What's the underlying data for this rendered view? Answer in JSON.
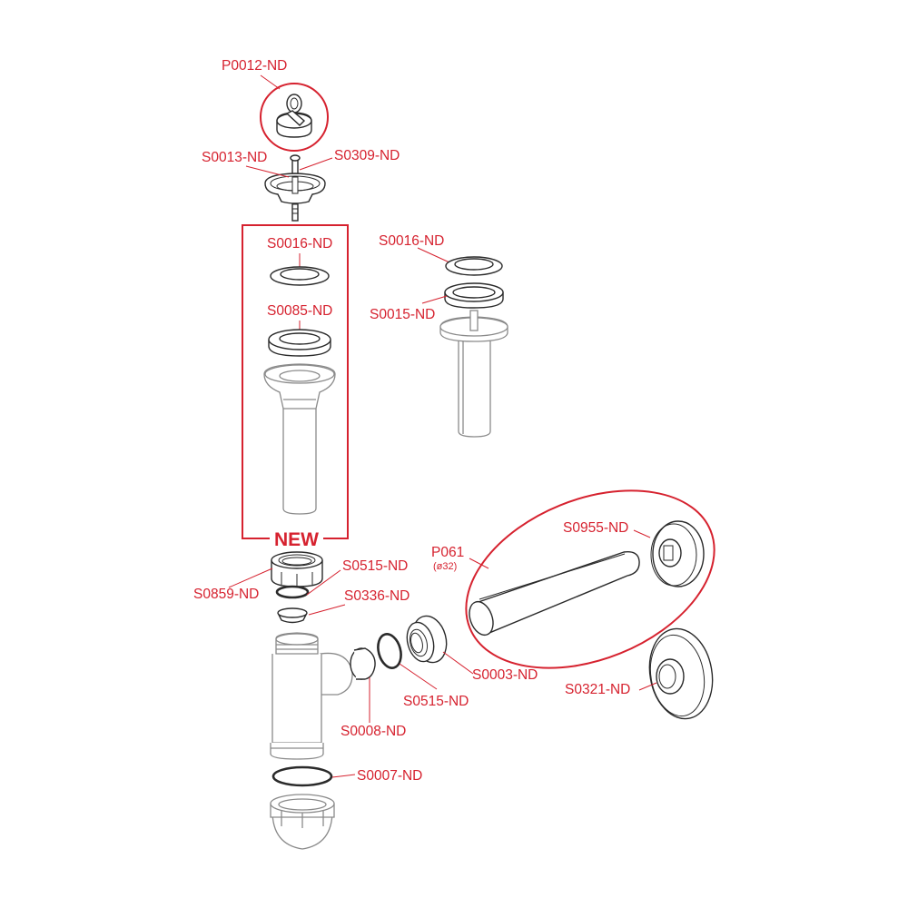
{
  "title": "Sink bottle trap exploded parts diagram",
  "accent_color": "#d6222f",
  "badge": "NEW",
  "parts": [
    {
      "id": "plug",
      "code": "P0012-ND"
    },
    {
      "id": "strainer",
      "code": "S0013-ND"
    },
    {
      "id": "screw",
      "code": "S0309-ND"
    },
    {
      "id": "new-washer-top",
      "code": "S0016-ND"
    },
    {
      "id": "new-washer-bottom",
      "code": "S0085-ND"
    },
    {
      "id": "alt-washer-top",
      "code": "S0016-ND"
    },
    {
      "id": "alt-washer-bottom",
      "code": "S0015-ND"
    },
    {
      "id": "nut-top",
      "code": "S0859-ND"
    },
    {
      "id": "seal-top",
      "code": "S0515-ND"
    },
    {
      "id": "cone-washer",
      "code": "S0336-ND"
    },
    {
      "id": "reducer",
      "code": "S0008-ND"
    },
    {
      "id": "seal-side",
      "code": "S0515-ND"
    },
    {
      "id": "nut-side",
      "code": "S0003-ND"
    },
    {
      "id": "pipe",
      "code": "P061",
      "note": "(ø32)"
    },
    {
      "id": "rosette-flat",
      "code": "S0955-ND"
    },
    {
      "id": "rosette-dome",
      "code": "S0321-ND"
    },
    {
      "id": "o-ring-bottom",
      "code": "S0007-ND"
    }
  ]
}
